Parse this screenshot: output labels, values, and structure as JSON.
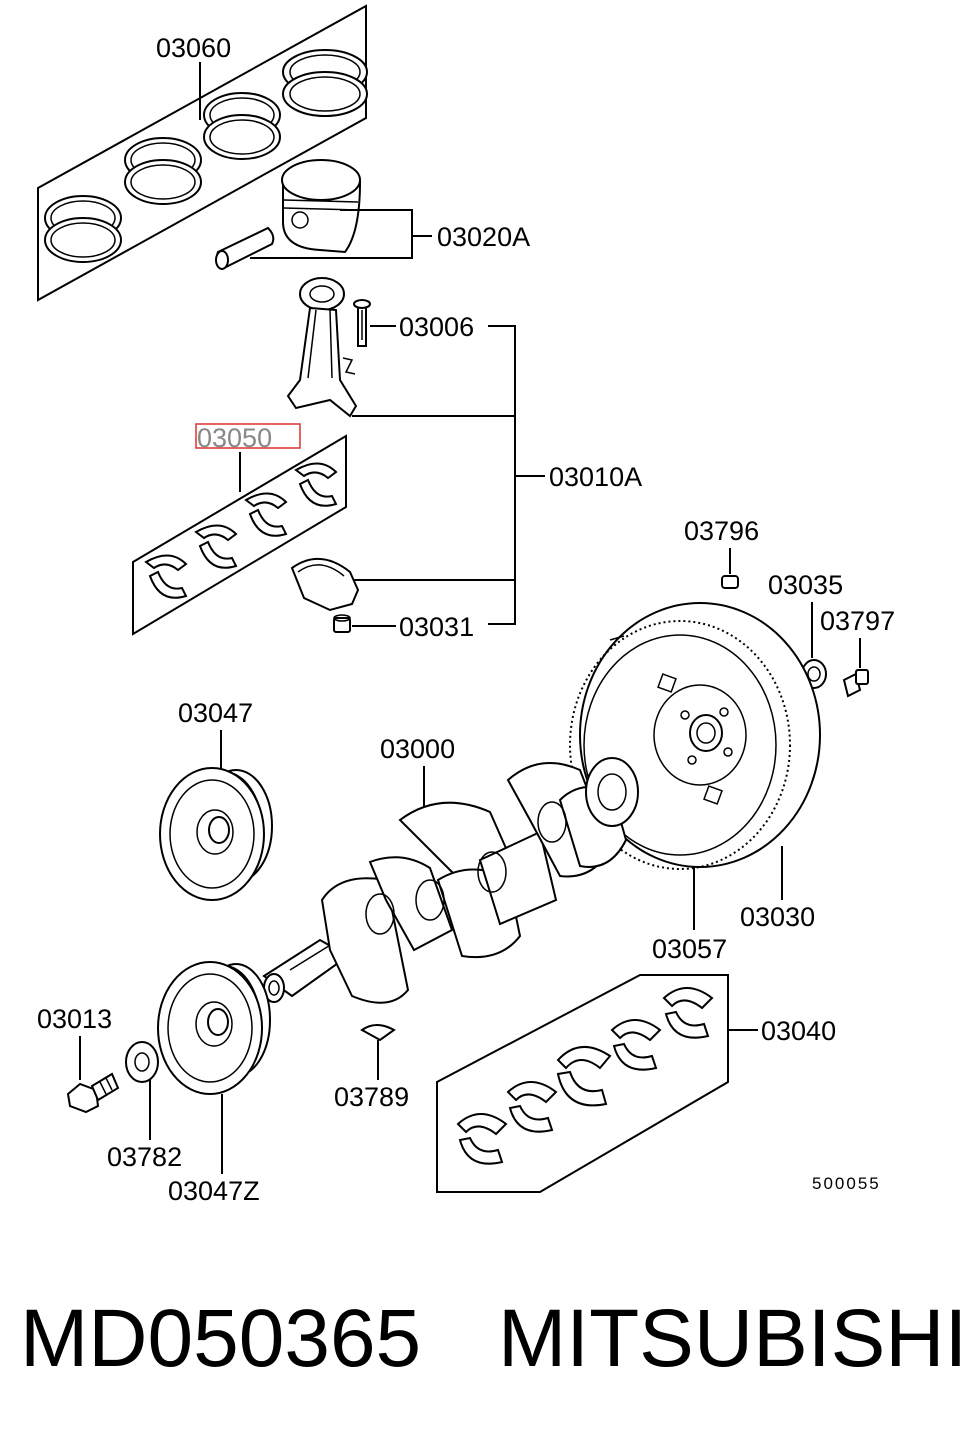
{
  "labels": {
    "rings": "03060",
    "piston": "03020A",
    "rod_bolt": "03006",
    "rod_bearing_set": "03050",
    "rod_assembly": "03010A",
    "rod_nut": "03031",
    "pin_03796": "03796",
    "bearing_03035": "03035",
    "bolt_03797": "03797",
    "pulley_top": "03047",
    "crankshaft": "03000",
    "flywheel": "03030",
    "ring_gear": "03057",
    "main_bearing_set": "03040",
    "bolt_03013": "03013",
    "washer": "03782",
    "key": "03789",
    "pulley_bottom": "03047Z",
    "diagram_code": "500055"
  },
  "highlighted_label": "rod_bearing_set",
  "caption": {
    "part_number": "MD050365",
    "brand": "MITSUBISHI"
  },
  "colors": {
    "highlight_box": "#e03030",
    "line": "#000000"
  }
}
